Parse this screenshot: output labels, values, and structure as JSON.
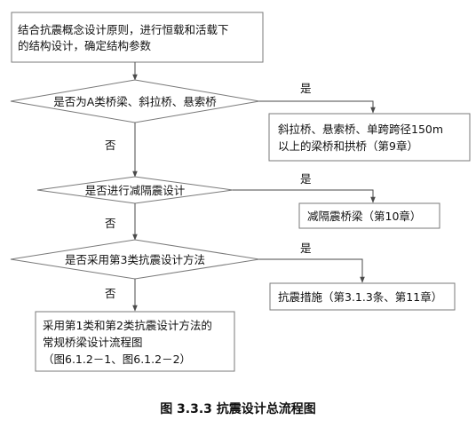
{
  "flowchart": {
    "start": {
      "lines": [
        "结合抗震概念设计原则，进行恒载和活载下",
        "的结构设计，确定结构参数"
      ]
    },
    "decision_1": {
      "text": "是否为A类桥梁、斜拉桥、悬索桥"
    },
    "result_1": {
      "lines": [
        "斜拉桥、悬索桥、单跨跨径150m",
        "以上的梁桥和拱桥（第9章）"
      ]
    },
    "decision_2": {
      "text": "是否进行减隔震设计"
    },
    "result_2": {
      "text": "减隔震桥梁（第10章）"
    },
    "decision_3": {
      "text": "是否采用第3类抗震设计方法"
    },
    "result_3": {
      "text": "抗震措施（第3.1.3条、第11章）"
    },
    "end": {
      "lines": [
        "采用第1类和第2类抗震设计方法的",
        "常规桥梁设计流程图",
        "（图6.1.2－1、图6.1.2－2）"
      ]
    },
    "yes_label": "是",
    "no_label": "否"
  },
  "caption": "图 3.3.3  抗震设计总流程图"
}
